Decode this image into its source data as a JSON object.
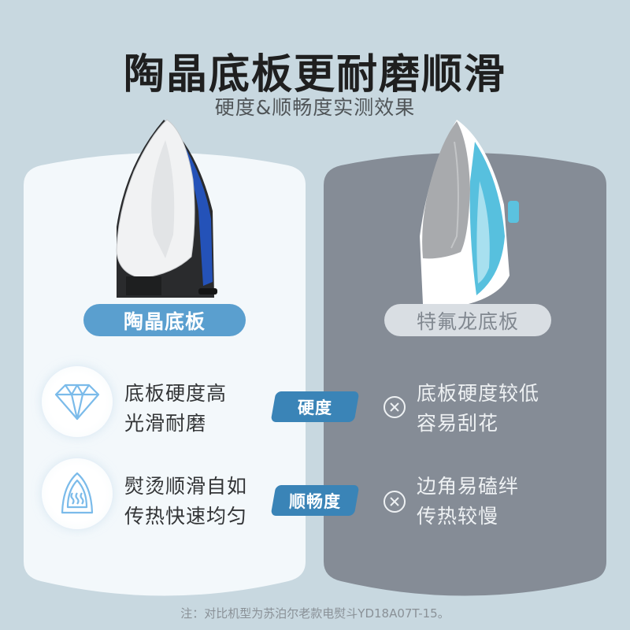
{
  "header": {
    "title": "陶晶底板更耐磨顺滑",
    "subtitle": "硬度&顺畅度实测效果"
  },
  "left_card": {
    "label": "陶晶底板",
    "product_image": "black-blue-iron-ceramic-soleplate",
    "features": [
      {
        "icon": "diamond-icon",
        "line1": "底板硬度高",
        "line2": "光滑耐磨"
      },
      {
        "icon": "iron-heat-icon",
        "line1": "熨烫顺滑自如",
        "line2": "传热快速均匀"
      }
    ]
  },
  "right_card": {
    "label": "特氟龙底板",
    "product_image": "white-teal-iron-teflon-soleplate",
    "features": [
      {
        "icon": "x-circle-icon",
        "line1": "底板硬度较低",
        "line2": "容易刮花"
      },
      {
        "icon": "x-circle-icon",
        "line1": "边角易磕绊",
        "line2": "传热较慢"
      }
    ]
  },
  "badges": [
    "硬度",
    "顺畅度"
  ],
  "footnote": "注：对比机型为苏泊尔老款电熨斗YD18A07T-15。",
  "colors": {
    "background": "#c8d8e0",
    "left_card": "#f3f8fb",
    "right_card": "#858c96",
    "accent_blue": "#3a84b7",
    "pill_blue": "#5a9fcf",
    "icon_blue": "#7bbbea"
  }
}
